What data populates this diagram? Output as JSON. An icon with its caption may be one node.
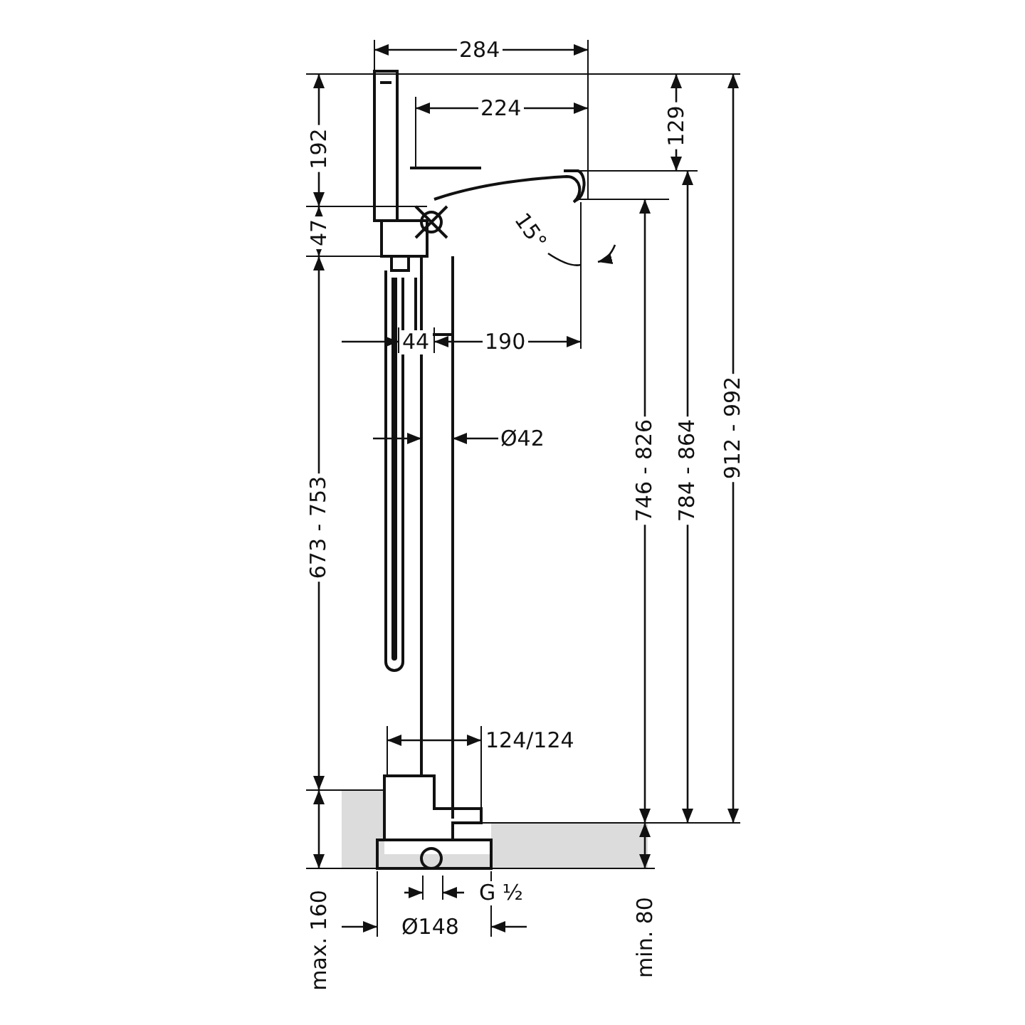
{
  "diagram": {
    "labels": [
      "284",
      "224",
      "192",
      "129",
      "47",
      "15°",
      "44",
      "190",
      "Ø42",
      "673 - 753",
      "746 - 826",
      "784 - 864",
      "912 - 992",
      "124/124",
      "max. 160",
      "min. 80",
      "G ½",
      "Ø148"
    ]
  }
}
